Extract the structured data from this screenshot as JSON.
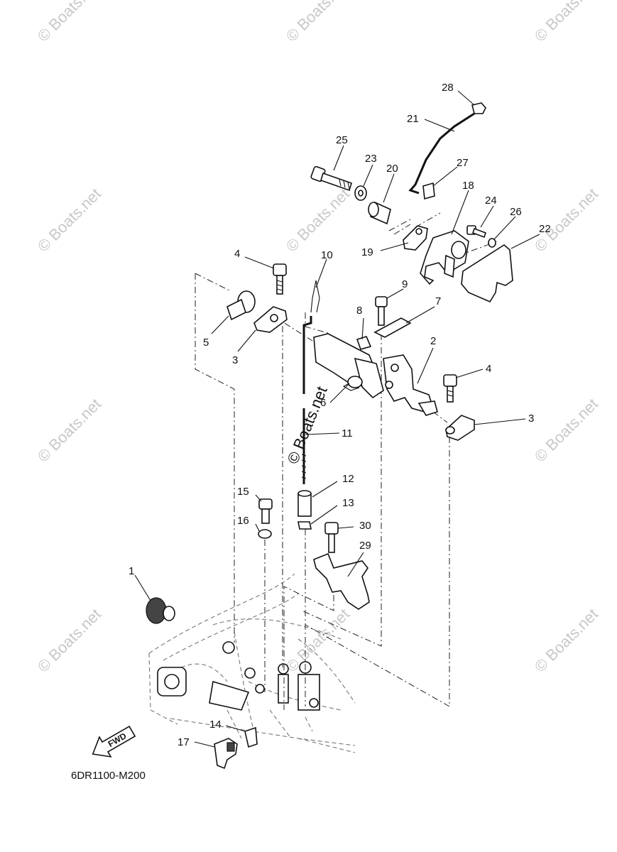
{
  "diagram": {
    "diagram_code": "6DR1100-M200",
    "direction_label": "FWD",
    "watermark_text": "© Boats.net",
    "callouts": [
      {
        "id": "c1",
        "label": "1"
      },
      {
        "id": "c2",
        "label": "2"
      },
      {
        "id": "c3a",
        "label": "3"
      },
      {
        "id": "c3b",
        "label": "3"
      },
      {
        "id": "c4a",
        "label": "4"
      },
      {
        "id": "c4b",
        "label": "4"
      },
      {
        "id": "c5",
        "label": "5"
      },
      {
        "id": "c6",
        "label": "6"
      },
      {
        "id": "c7",
        "label": "7"
      },
      {
        "id": "c8",
        "label": "8"
      },
      {
        "id": "c9",
        "label": "9"
      },
      {
        "id": "c10",
        "label": "10"
      },
      {
        "id": "c11",
        "label": "11"
      },
      {
        "id": "c12",
        "label": "12"
      },
      {
        "id": "c13",
        "label": "13"
      },
      {
        "id": "c14",
        "label": "14"
      },
      {
        "id": "c15",
        "label": "15"
      },
      {
        "id": "c16",
        "label": "16"
      },
      {
        "id": "c17",
        "label": "17"
      },
      {
        "id": "c18",
        "label": "18"
      },
      {
        "id": "c19",
        "label": "19"
      },
      {
        "id": "c20",
        "label": "20"
      },
      {
        "id": "c21",
        "label": "21"
      },
      {
        "id": "c22",
        "label": "22"
      },
      {
        "id": "c23",
        "label": "23"
      },
      {
        "id": "c24",
        "label": "24"
      },
      {
        "id": "c25",
        "label": "25"
      },
      {
        "id": "c26",
        "label": "26"
      },
      {
        "id": "c27",
        "label": "27"
      },
      {
        "id": "c28",
        "label": "28"
      },
      {
        "id": "c29",
        "label": "29"
      },
      {
        "id": "c30",
        "label": "30"
      }
    ]
  }
}
